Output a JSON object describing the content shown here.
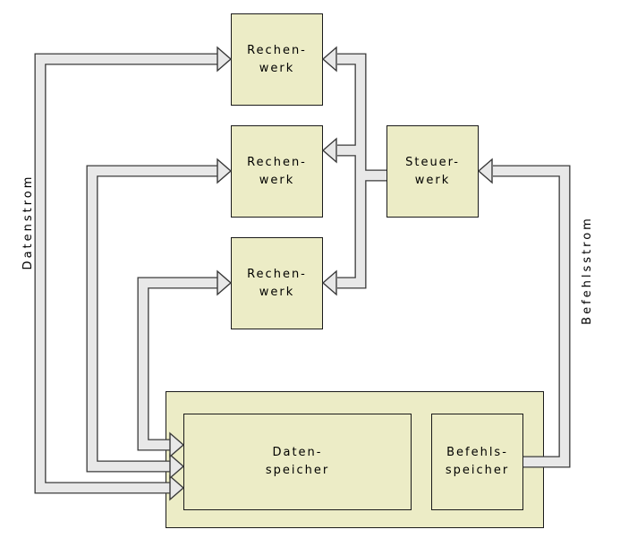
{
  "diagram": {
    "nodes": {
      "rechenwerke": [
        {
          "label_line1": "Rechen-",
          "label_line2": "werk"
        },
        {
          "label_line1": "Rechen-",
          "label_line2": "werk"
        },
        {
          "label_line1": "Rechen-",
          "label_line2": "werk"
        }
      ],
      "steuerwerk": {
        "label_line1": "Steuer-",
        "label_line2": "werk"
      },
      "datenspeicher": {
        "label_line1": "Daten-",
        "label_line2": "speicher"
      },
      "befehlsspeicher": {
        "label_line1": "Befehls-",
        "label_line2": "speicher"
      }
    },
    "stream_labels": {
      "left": "Datenstrom",
      "right": "Befehlsstrom"
    },
    "colors": {
      "background": "#ffffff",
      "box_fill": "#ececc6",
      "box_border": "#1a1a1a",
      "pipe_fill": "#e8e8e8",
      "pipe_outline": "#3a3a3a"
    }
  }
}
